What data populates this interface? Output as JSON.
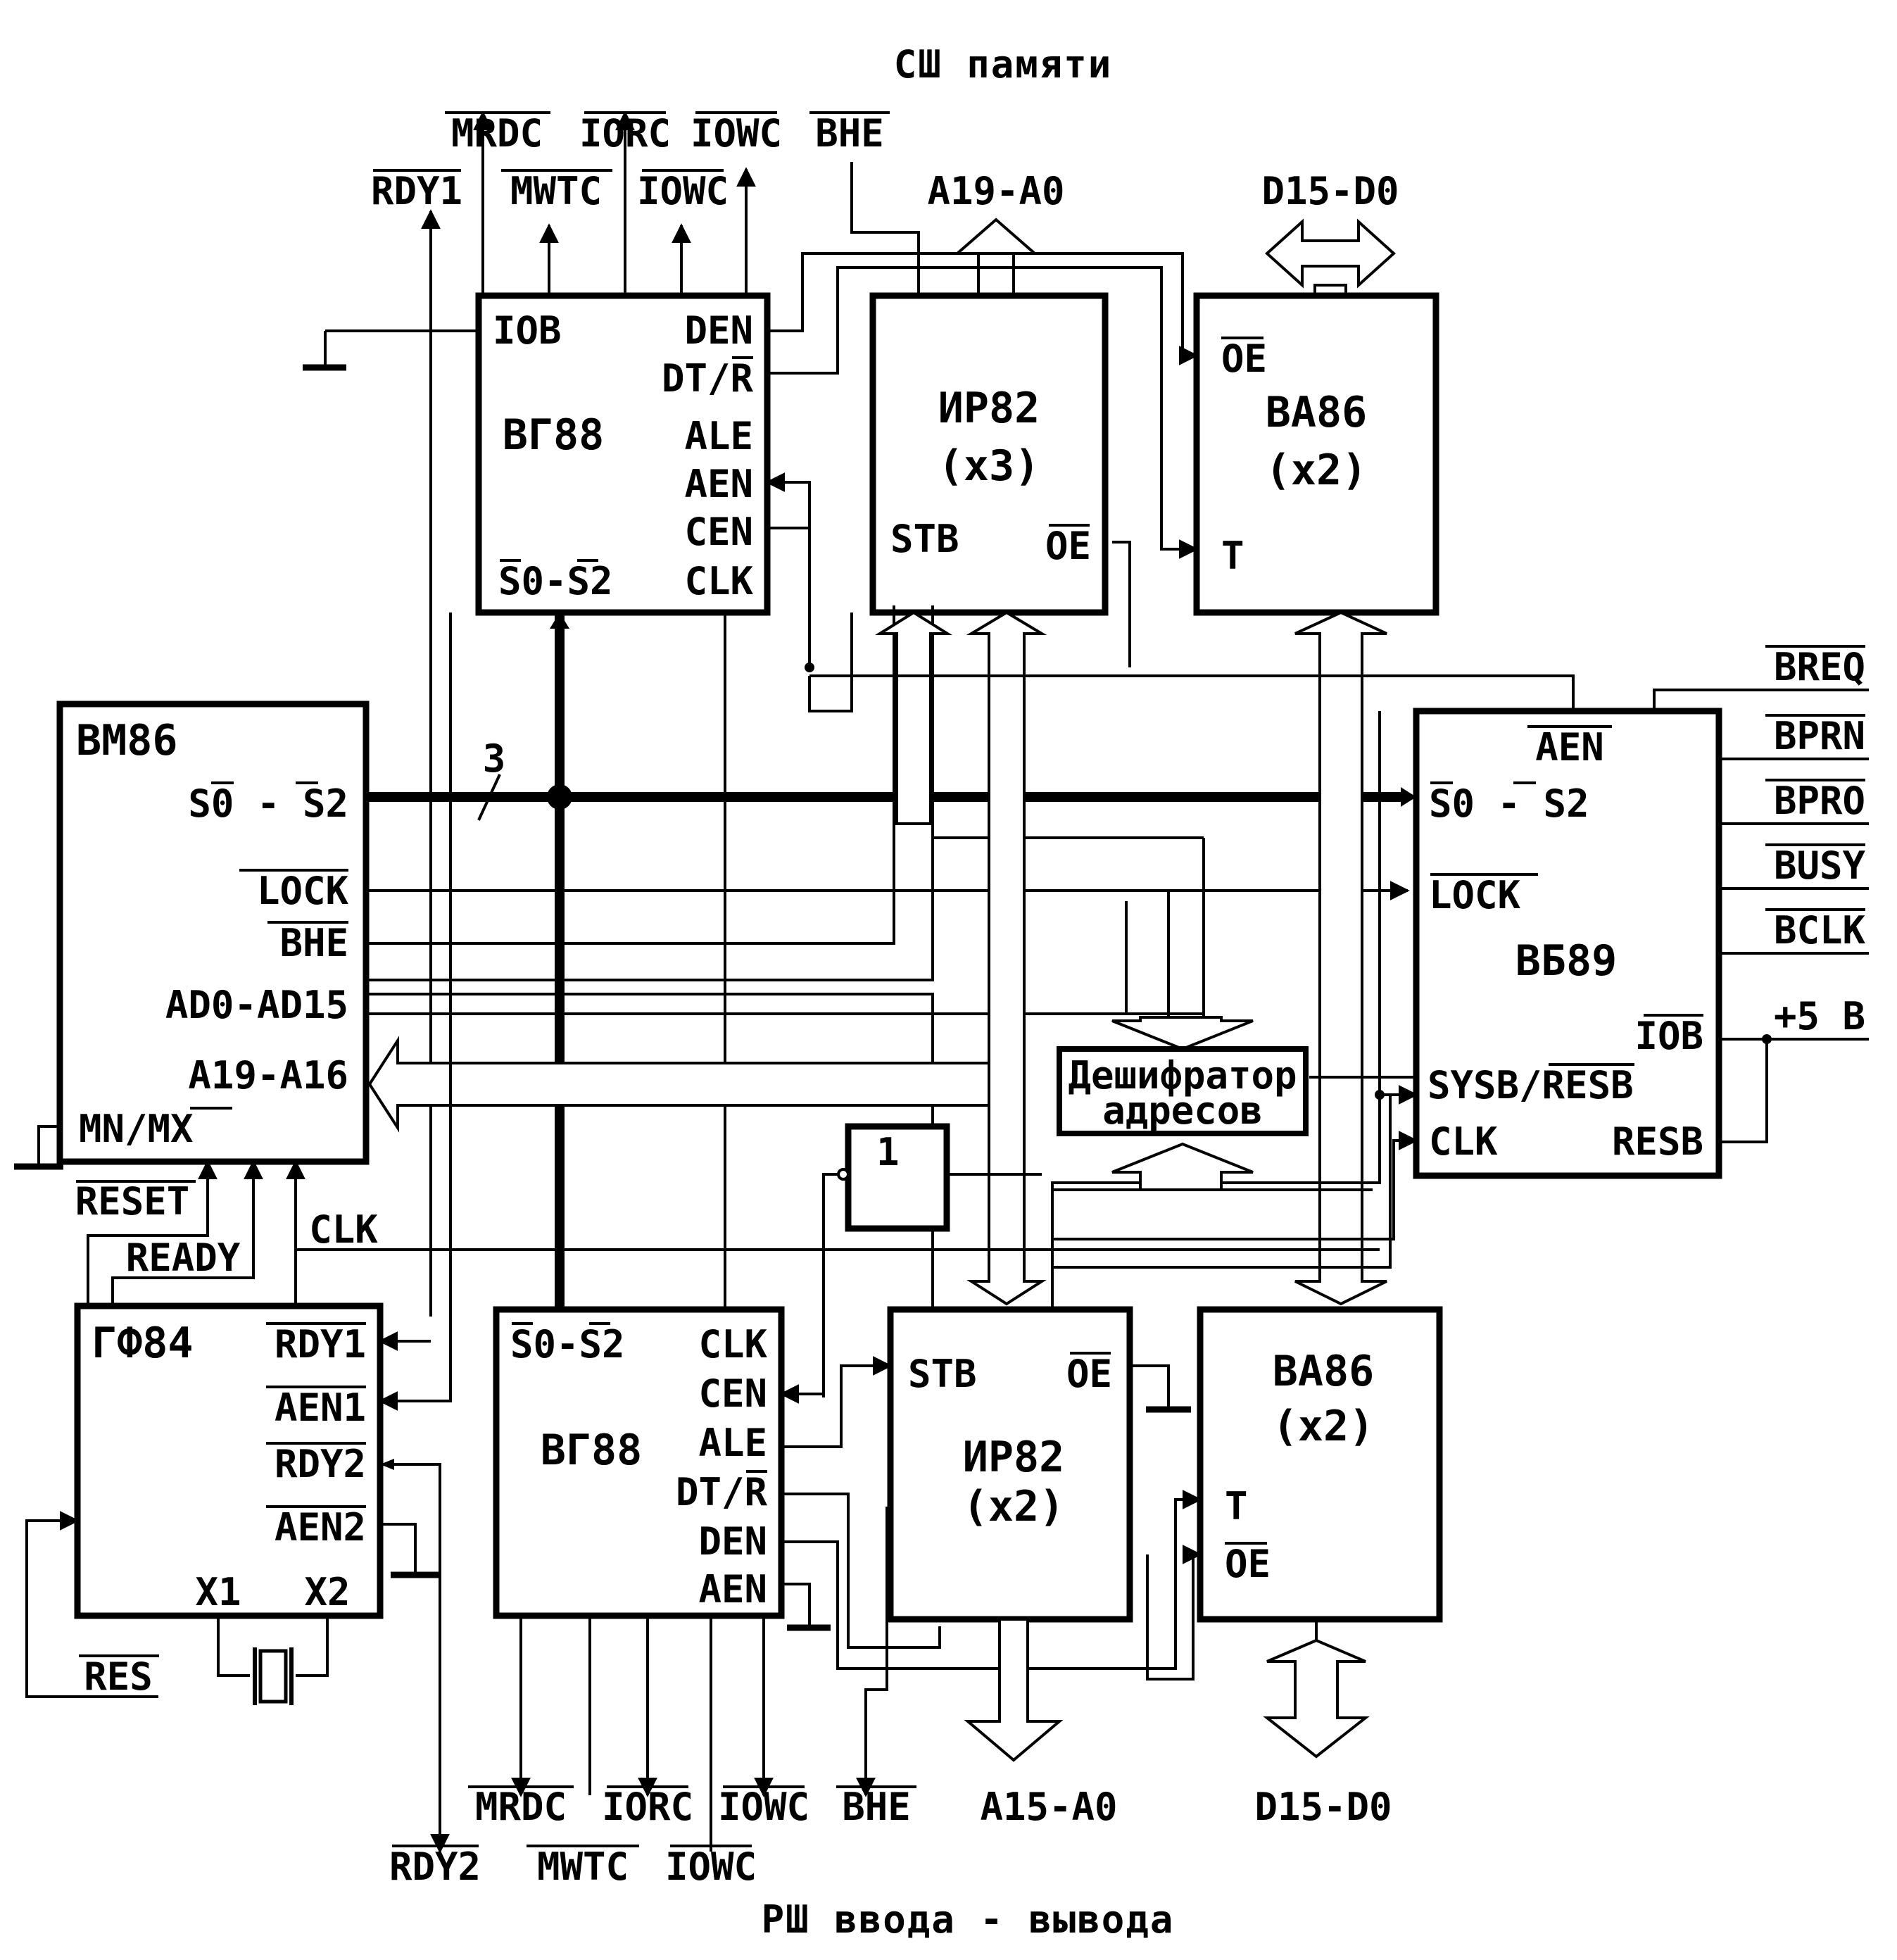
{
  "captions": {
    "top": "СШ памяти",
    "bottom": "РШ ввода - вывода"
  },
  "blocks": {
    "vm86": {
      "name": "ВМ86",
      "pins": {
        "s0s2": "S0 - S2",
        "lock": "LOCK",
        "bhe": "BHE",
        "ad": "AD0-AD15",
        "a19": "A19-A16",
        "mnmx": "MN/MX"
      }
    },
    "vg88_top": {
      "name": "ВГ88",
      "pins": {
        "iob": "IOB",
        "den": "DEN",
        "dtr": "DT/R",
        "ale": "ALE",
        "aen": "AEN",
        "cen": "CEN",
        "s0s2": "S0-S2",
        "clk": "CLK"
      }
    },
    "ir82_top": {
      "name": "ИР82",
      "mult": "(х3)",
      "pins": {
        "stb": "STB",
        "oe": "OE"
      }
    },
    "va86_top": {
      "name": "ВА86",
      "mult": "(х2)",
      "pins": {
        "oe": "OE",
        "t": "T"
      }
    },
    "vb89": {
      "name": "ВБ89",
      "pins": {
        "aen": "AEN",
        "s0s2": "S0 - S2",
        "lock": "LOCK",
        "iob": "IOB",
        "sysb": "SYSB/RESB",
        "clk": "CLK",
        "resb": "RESB"
      }
    },
    "gf84": {
      "name": "ГФ84",
      "pins": {
        "rdy1": "RDY1",
        "aen1": "AEN1",
        "rdy2": "RDY2",
        "aen2": "AEN2",
        "x1": "X1",
        "x2": "X2"
      }
    },
    "vg88_bot": {
      "name": "ВГ88",
      "pins": {
        "s0s2": "S0-S2",
        "clk": "CLK",
        "cen": "CEN",
        "ale": "ALE",
        "dtr": "DT/R",
        "den": "DEN",
        "aen": "AEN"
      }
    },
    "ir82_bot": {
      "name": "ИР82",
      "mult": "(х2)",
      "pins": {
        "stb": "STB",
        "oe": "OE"
      }
    },
    "va86_bot": {
      "name": "ВА86",
      "mult": "(х2)",
      "pins": {
        "t": "T",
        "oe": "OE"
      }
    },
    "decoder": {
      "line1": "Дешифратор",
      "line2": "адресов"
    },
    "inverter": {
      "label": "1"
    }
  },
  "signals": {
    "top_row1": [
      "MRDC",
      "IORC",
      "IOWC",
      "BHE"
    ],
    "top_row2": [
      "RDY1",
      "MWTC",
      "IOWC"
    ],
    "addr_top": "A19-A0",
    "data_top": "D15-D0",
    "bus_count": "3",
    "reset": "RESET",
    "ready": "READY",
    "clk": "CLK",
    "res": "RES",
    "vb89_right": [
      "BREQ",
      "BPRN",
      "BPRO",
      "BUSY",
      "BCLK"
    ],
    "plus5": "+5 В",
    "bot_row1": [
      "MRDC",
      "IORC",
      "IOWC",
      "BHE"
    ],
    "addr_bot": "A15-A0",
    "data_bot": "D15-D0",
    "bot_row2": [
      "RDY2",
      "MWTC",
      "IOWC"
    ]
  }
}
